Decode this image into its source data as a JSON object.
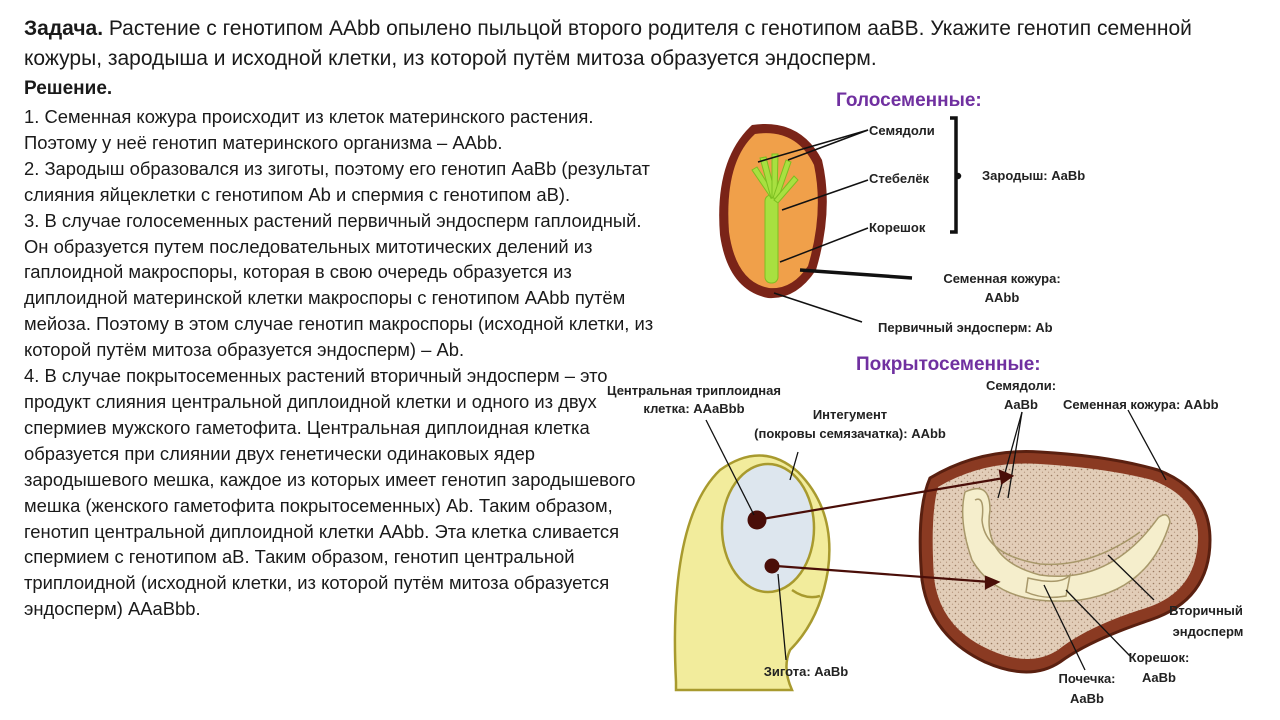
{
  "task": {
    "label": "Задача.",
    "text": " Растение с генотипом AAbb опылено пыльцой второго родителя с генотипом aaBB. Укажите генотип семенной кожуры, зародыша и исходной клетки, из которой путём митоза образуется эндосперм."
  },
  "solution": {
    "heading": "Решение.",
    "paragraphs": [
      "1. Семенная кожура происходит из клеток материнского растения. Поэтому у неё генотип материнского организма – AAbb.",
      "2. Зародыш образовался из зиготы, поэтому его генотип AaBb (результат слияния яйцеклетки с генотипом Ab и спермия с генотипом aB).",
      "3. В случае голосеменных растений первичный эндосперм гаплоидный. Он образуется путем последовательных митотических делений из гаплоидной макроспоры, которая в свою очередь образуется из диплоидной материнской клетки макроспоры с генотипом AAbb путём мейоза. Поэтому в этом случае генотип макроспоры (исходной клетки, из которой путём митоза образуется эндосперм) – Ab.",
      "4. В случае покрытосеменных растений вторичный эндосперм – это продукт слияния  центральной диплоидной клетки и одного из двух спермиев мужского гаметофита. Центральная диплоидная клетка образуется при слиянии двух генетически одинаковых ядер зародышевого мешка, каждое из которых имеет генотип зародышевого мешка (женского гаметофита покрытосеменных) Ab. Таким образом, генотип центральной диплоидной клетки AAbb. Эта клетка сливается спермием с генотипом aB. Таким образом, генотип центральной триплоидной (исходной клетки, из которой путём митоза образуется эндосперм) AAaBbb."
    ]
  },
  "gymnosperm": {
    "title": "Голосеменные:",
    "cotyledons": "Семядоли",
    "stem": "Стебелёк",
    "root": "Корешок",
    "embryo": "Зародыш: AaBb",
    "coat_line1": "Семенная кожура:",
    "coat_line2": "AAbb",
    "endosperm": "Первичный эндосперм: Ab"
  },
  "angiosperm": {
    "title": "Покрытосеменные:",
    "central_line1": "Центральная триплоидная",
    "central_line2": "клетка: AAaBbb",
    "integument_line1": "Интегумент",
    "integument_line2": "(покровы семязачатка): AAbb",
    "cotyledons_line1": "Семядоли:",
    "cotyledons_line2": "AaBb",
    "coat": "Семенная кожура: AAbb",
    "secondary_line1": "Вторичный",
    "secondary_line2": "эндосперм",
    "zygote": "Зигота: AaBb",
    "root_line1": "Корешок:",
    "root_line2": "AaBb",
    "bud_line1": "Почечка:",
    "bud_line2": "AaBb"
  },
  "colors": {
    "title": "#7030a0",
    "seed_coat": "#7a2418",
    "endosperm_orange": "#f0a04a",
    "embryo_green": "#a8e040",
    "ovule_yellow": "#f2ec9c",
    "central_cell_blue": "#dde6ee"
  }
}
